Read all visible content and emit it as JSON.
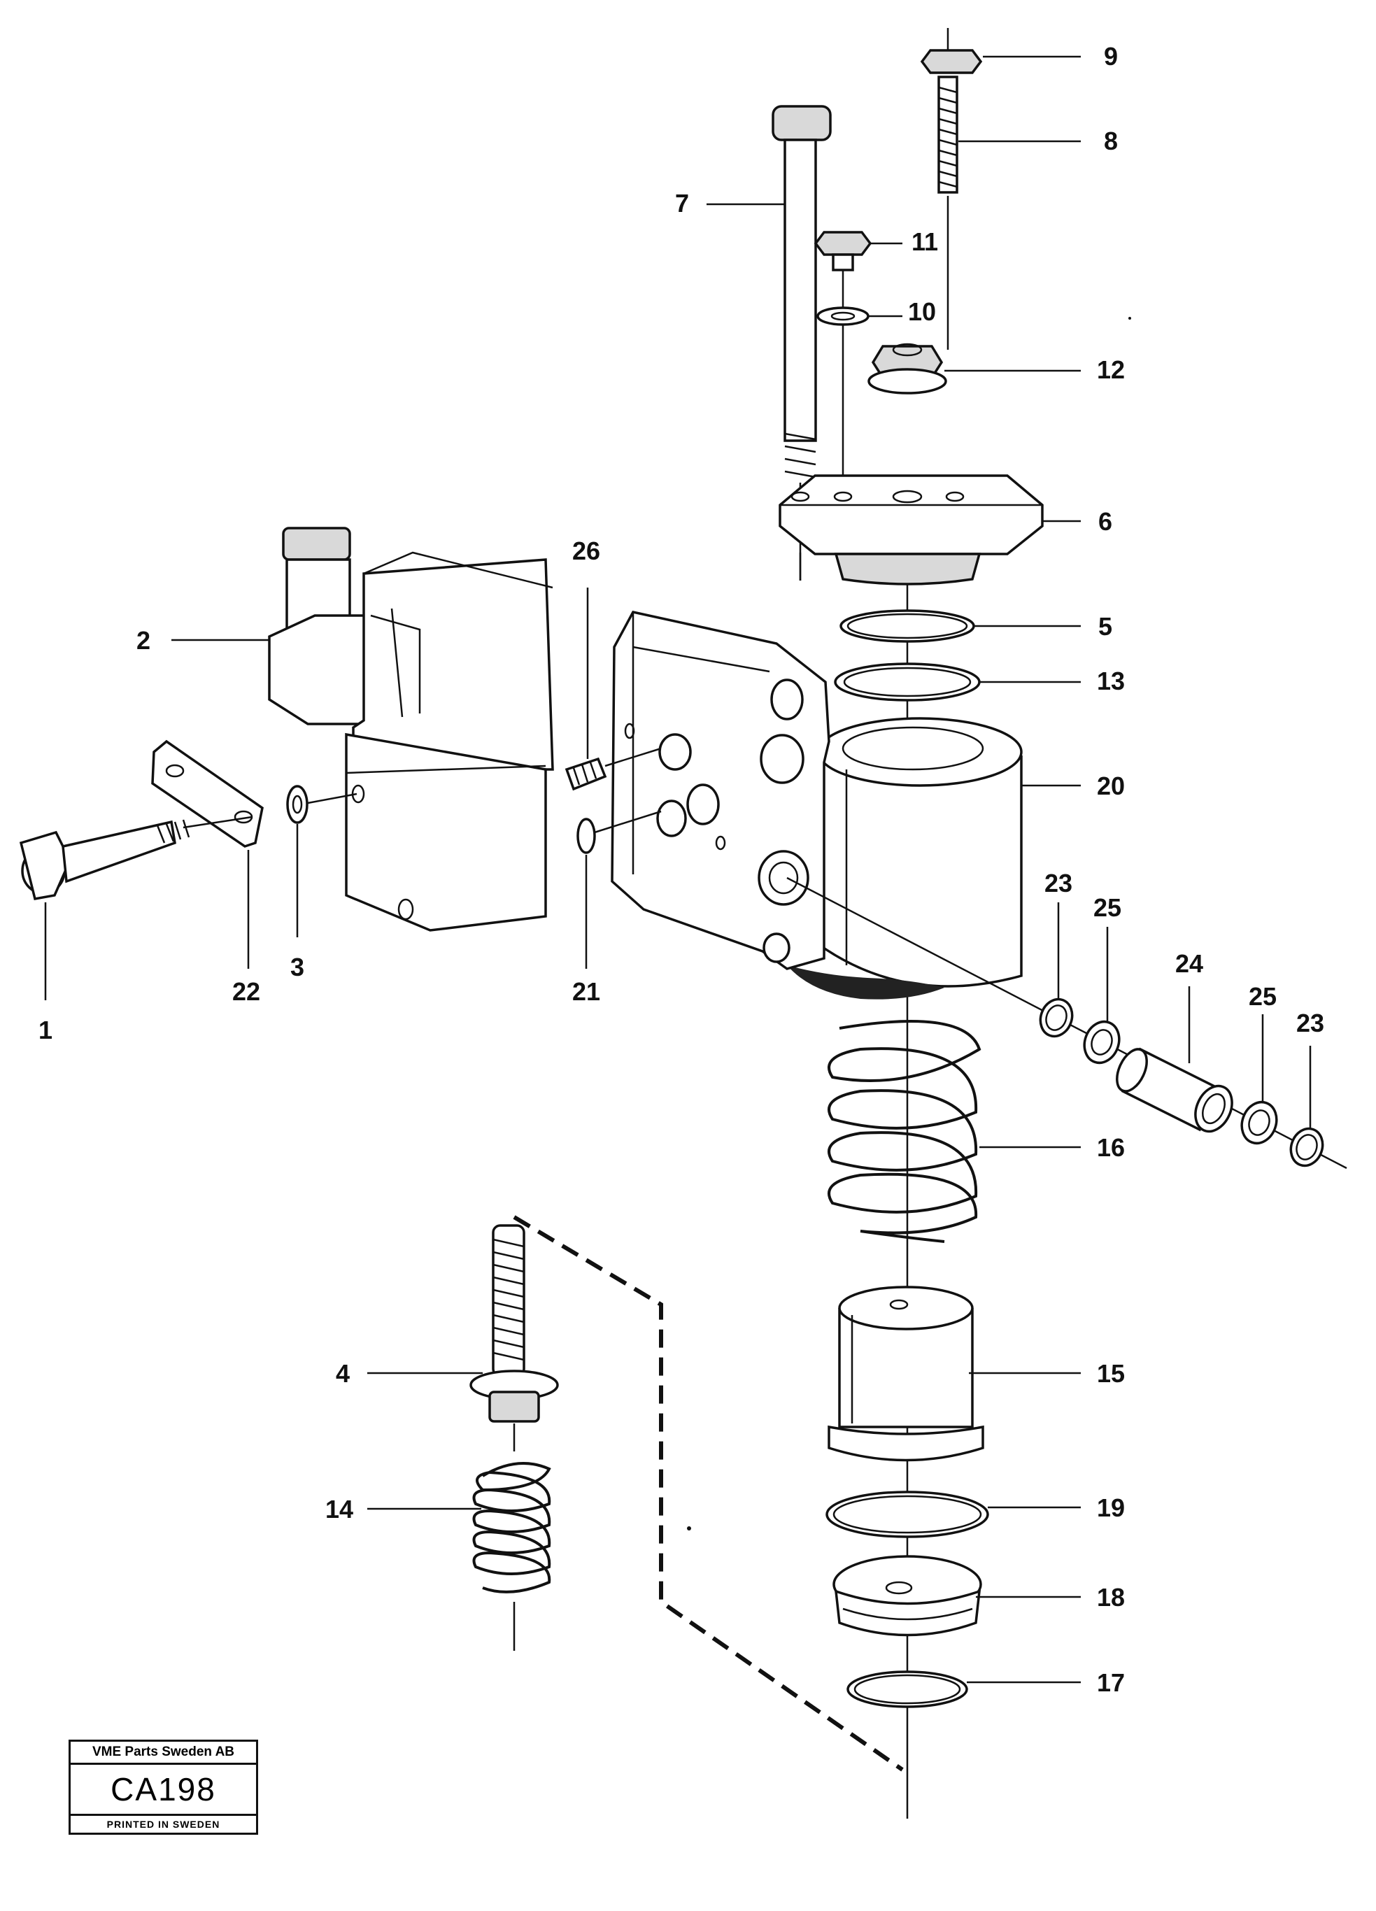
{
  "callouts": {
    "c1": "1",
    "c2": "2",
    "c3": "3",
    "c4": "4",
    "c5": "5",
    "c6": "6",
    "c7": "7",
    "c8": "8",
    "c9": "9",
    "c10": "10",
    "c11": "11",
    "c12": "12",
    "c13": "13",
    "c14": "14",
    "c15": "15",
    "c16": "16",
    "c17": "17",
    "c18": "18",
    "c19": "19",
    "c20": "20",
    "c21": "21",
    "c22": "22",
    "c23a": "23",
    "c23b": "23",
    "c24": "24",
    "c25a": "25",
    "c25b": "25",
    "c26": "26"
  },
  "stamp": {
    "company": "VME Parts Sweden AB",
    "code": "CA198",
    "footer": "PRINTED IN SWEDEN"
  }
}
